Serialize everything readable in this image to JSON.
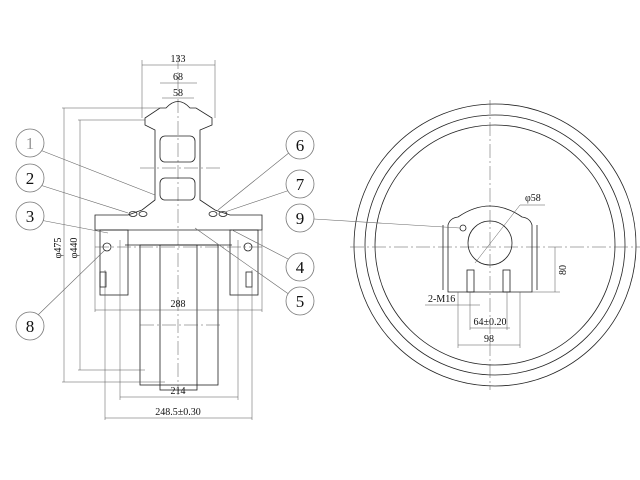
{
  "left_view": {
    "dims": {
      "w133": "133",
      "w68": "68",
      "w58": "58",
      "d475": "φ475",
      "d440": "φ440",
      "w288": "288",
      "w214": "214",
      "w248": "248.5±0.30"
    },
    "balloons": [
      "1",
      "2",
      "3",
      "4",
      "5",
      "6",
      "7",
      "8"
    ]
  },
  "right_view": {
    "dims": {
      "bore": "φ58",
      "h80": "80",
      "thread": "2-M16",
      "w64": "64±0.20",
      "w98": "98"
    },
    "balloon": "9"
  }
}
